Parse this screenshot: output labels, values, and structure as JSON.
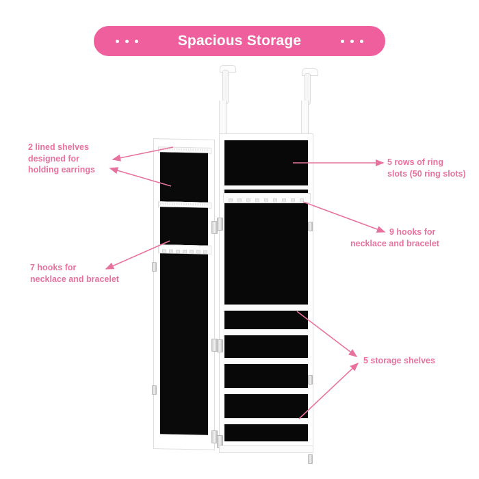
{
  "header": {
    "title": "Spacious Storage",
    "pill_color": "#ef5f9e",
    "title_color": "#ffffff",
    "dot_count_left": 3,
    "dot_count_right": 3
  },
  "annotations": {
    "accent_color": "#e8729e",
    "items": [
      {
        "id": "lined-shelves",
        "text": "2 lined shelves\ndesigned for\nholding earrings",
        "side": "left"
      },
      {
        "id": "seven-hooks",
        "text": "7 hooks for\nnecklace and bracelet",
        "side": "left"
      },
      {
        "id": "ring-slots",
        "text": "5 rows of ring\nslots (50 ring slots)",
        "side": "right"
      },
      {
        "id": "nine-hooks",
        "text": "9 hooks for\nnecklace and bracelet",
        "side": "right"
      },
      {
        "id": "storage-shelves",
        "text": "5 storage shelves",
        "side": "right"
      }
    ]
  },
  "product": {
    "name": "over-door-jewelry-armoire",
    "frame_color": "#ffffff",
    "interior_color": "#080808",
    "door_count": 1,
    "lined_shelves": 2,
    "door_hooks": 7,
    "cabinet_hooks": 9,
    "ring_rows": 5,
    "ring_slots": 50,
    "storage_shelves": 5
  }
}
